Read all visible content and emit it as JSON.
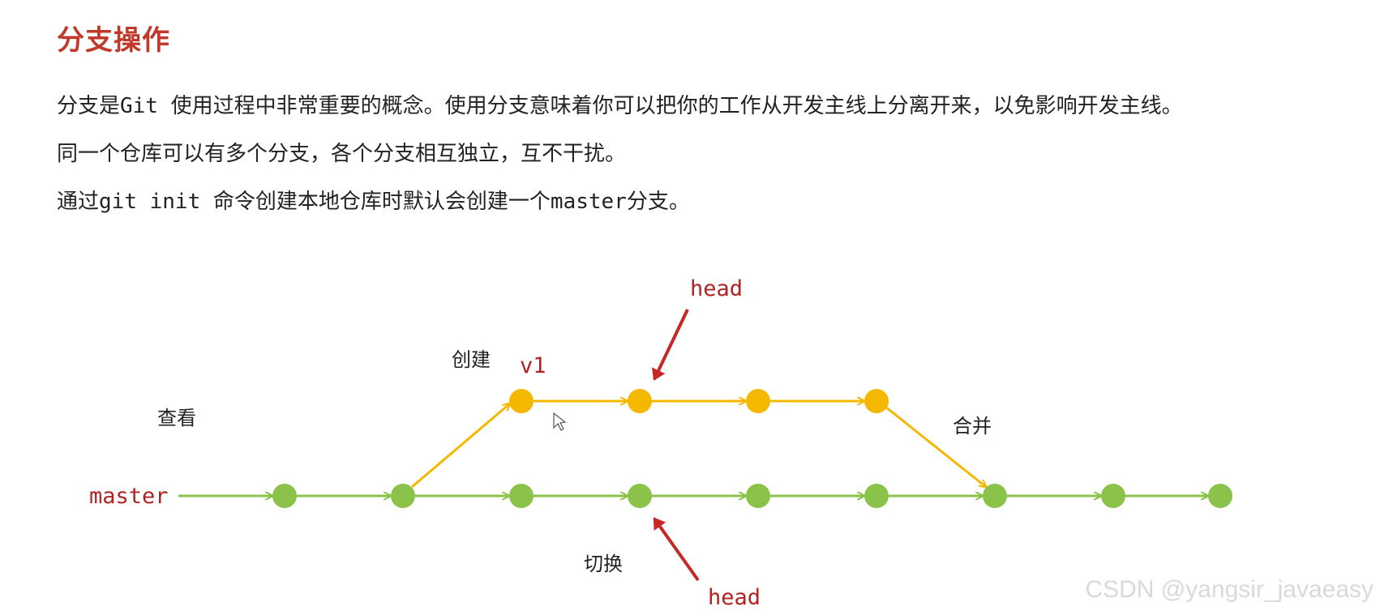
{
  "heading": "分支操作",
  "paragraphs": {
    "p1": {
      "a": "分支是",
      "code": "Git ",
      "b": "使用过程中非常重要的概念。使用分支意味着你可以把你的工作从开发主线上分离开来，以免影响开发主线。"
    },
    "p2": {
      "a": "同一个仓库可以有多个分支，各个分支相互独立，互不干扰。"
    },
    "p3": {
      "a": "通过",
      "code1": "git init ",
      "b": "命令创建本地仓库时默认会创建一个",
      "code2": "master",
      "c": "分支。"
    }
  },
  "diagram": {
    "master_label": "master",
    "branch_label": "v1",
    "head_top": "head",
    "head_bottom": "head",
    "action_view": "查看",
    "action_create": "创建",
    "action_switch": "切换",
    "action_merge": "合并",
    "colors": {
      "master": "#8bc34a",
      "branch": "#f5b800",
      "head_arrow": "#c62828"
    }
  },
  "watermark": "CSDN @yangsir_javaeasy"
}
